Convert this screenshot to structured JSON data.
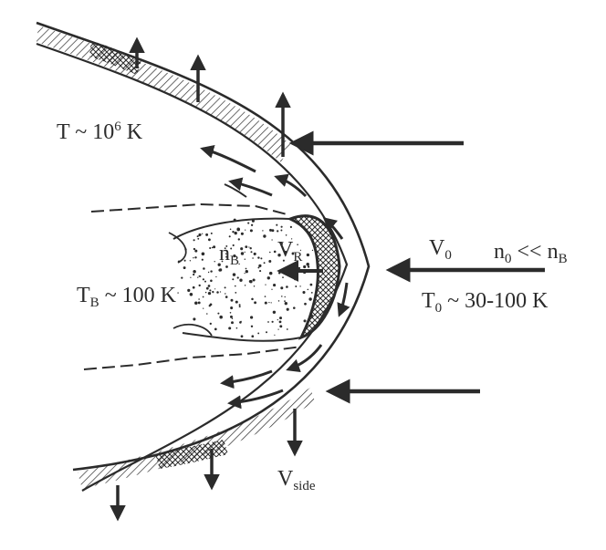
{
  "labels": {
    "t_shell": {
      "main": "T ~ 10",
      "sup": "6",
      "tail": " K"
    },
    "n_b": {
      "main": "n",
      "sub": "B"
    },
    "v_r": {
      "main": "V",
      "sub": "R"
    },
    "t_b": {
      "main": "T",
      "sub": "B",
      "tail": " ~ 100 K"
    },
    "v_0": {
      "main": "V",
      "sub": "0"
    },
    "n_0": {
      "main": "n",
      "sub": "0",
      "mid": " << n",
      "sub2": "B"
    },
    "t_0": {
      "main": "T",
      "sub": "0",
      "tail": " ~ 30-100 K"
    },
    "v_side": {
      "main": "V",
      "sub": "side"
    }
  },
  "colors": {
    "ink": "#2b2b2b",
    "background": "#ffffff"
  }
}
